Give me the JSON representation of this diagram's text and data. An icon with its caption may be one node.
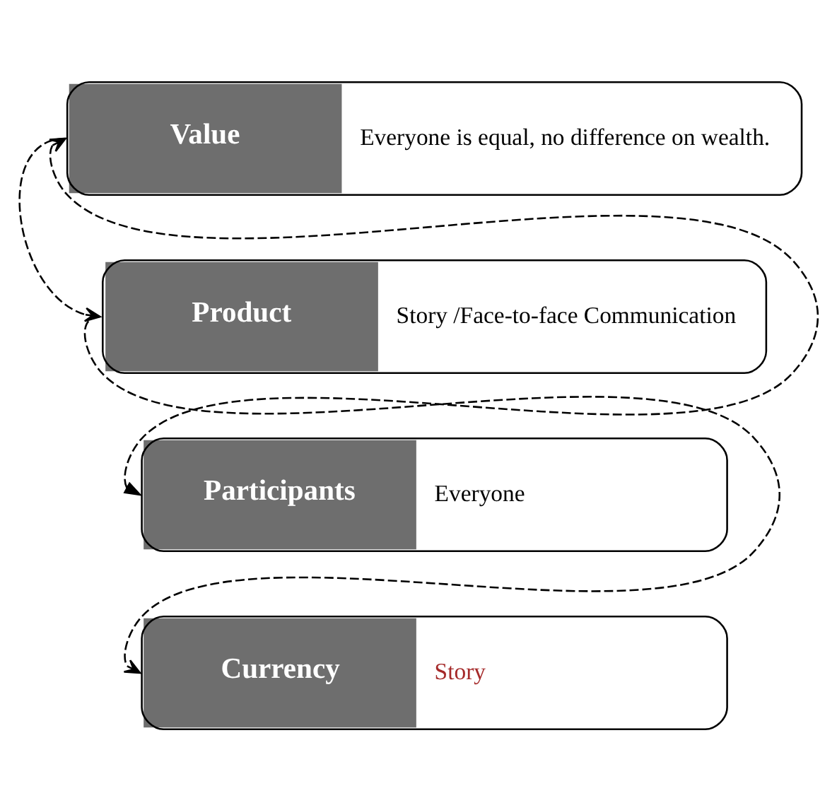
{
  "diagram": {
    "nodes": [
      {
        "text": [
          "Value",
          "Everyone is equal, no difference on wealth."
        ]
      },
      {
        "text": [
          "Product",
          "Story /Face-to-face Communication"
        ]
      },
      {
        "text": [
          "Participants",
          "Everyone"
        ]
      },
      {
        "text": [
          "Currency",
          "Story"
        ]
      }
    ],
    "edges": [
      {
        "from": 2,
        "to": 0,
        "arrow": "both",
        "style": "dashed"
      },
      {
        "from": 0,
        "to": 1,
        "arrow": "to",
        "style": "dashed"
      },
      {
        "from": 1,
        "to": 3,
        "arrow": "to",
        "style": "dashed"
      }
    ]
  }
}
